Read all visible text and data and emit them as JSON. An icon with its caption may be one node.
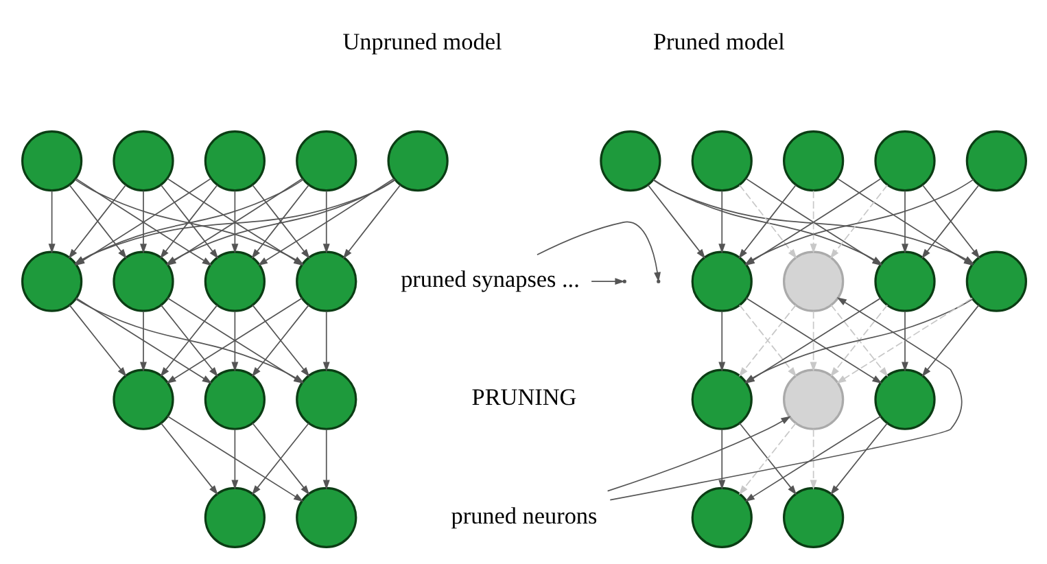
{
  "diagram": {
    "nodes": [
      {
        "text": [],
        "shape": "circle"
      },
      {
        "text": [],
        "shape": "circle"
      },
      {
        "text": [],
        "shape": "circle"
      },
      {
        "text": [],
        "shape": "circle"
      },
      {
        "text": [],
        "shape": "circle"
      },
      {
        "text": [],
        "shape": "circle"
      },
      {
        "text": [],
        "shape": "circle"
      },
      {
        "text": [],
        "shape": "circle"
      },
      {
        "text": [],
        "shape": "circle"
      },
      {
        "text": [],
        "shape": "circle"
      },
      {
        "text": [],
        "shape": "circle"
      },
      {
        "text": [],
        "shape": "circle"
      },
      {
        "text": [],
        "shape": "circle"
      },
      {
        "text": [],
        "shape": "circle"
      },
      {
        "text": [],
        "shape": "circle"
      },
      {
        "text": [],
        "shape": "circle"
      },
      {
        "text": [],
        "shape": "circle"
      },
      {
        "text": [],
        "shape": "circle"
      },
      {
        "text": [],
        "shape": "circle"
      },
      {
        "text": [],
        "shape": "circle"
      },
      {
        "text": [],
        "shape": "circle"
      },
      {
        "text": [],
        "shape": "circle"
      },
      {
        "text": [],
        "shape": "circle"
      },
      {
        "text": [],
        "shape": "circle"
      },
      {
        "text": [],
        "shape": "circle"
      },
      {
        "text": [],
        "shape": "circle"
      },
      {
        "text": [],
        "shape": "circle"
      },
      {
        "text": [],
        "shape": "circle"
      },
      {
        "text": [
          "pruned synapses ..."
        ]
      },
      {
        "text": [
          "pruned neurons"
        ]
      }
    ],
    "edges": [
      {
        "from": 0,
        "to": 5,
        "arrow": "to"
      },
      {
        "from": 0,
        "to": 6,
        "arrow": "to"
      },
      {
        "from": 0,
        "to": 7,
        "arrow": "to"
      },
      {
        "from": 0,
        "to": 8,
        "arrow": "to"
      },
      {
        "from": 1,
        "to": 5,
        "arrow": "to"
      },
      {
        "from": 1,
        "to": 6,
        "arrow": "to"
      },
      {
        "from": 1,
        "to": 7,
        "arrow": "to"
      },
      {
        "from": 1,
        "to": 8,
        "arrow": "to"
      },
      {
        "from": 2,
        "to": 5,
        "arrow": "to"
      },
      {
        "from": 2,
        "to": 6,
        "arrow": "to"
      },
      {
        "from": 2,
        "to": 7,
        "arrow": "to"
      },
      {
        "from": 2,
        "to": 8,
        "arrow": "to"
      },
      {
        "from": 3,
        "to": 5,
        "arrow": "to"
      },
      {
        "from": 3,
        "to": 6,
        "arrow": "to"
      },
      {
        "from": 3,
        "to": 7,
        "arrow": "to"
      },
      {
        "from": 3,
        "to": 8,
        "arrow": "to"
      },
      {
        "from": 4,
        "to": 5,
        "arrow": "to"
      },
      {
        "from": 4,
        "to": 6,
        "arrow": "to"
      },
      {
        "from": 4,
        "to": 7,
        "arrow": "to"
      },
      {
        "from": 4,
        "to": 8,
        "arrow": "to"
      },
      {
        "from": 5,
        "to": 9,
        "arrow": "to"
      },
      {
        "from": 5,
        "to": 10,
        "arrow": "to"
      },
      {
        "from": 5,
        "to": 11,
        "arrow": "to"
      },
      {
        "from": 6,
        "to": 9,
        "arrow": "to"
      },
      {
        "from": 6,
        "to": 10,
        "arrow": "to"
      },
      {
        "from": 6,
        "to": 11,
        "arrow": "to"
      },
      {
        "from": 7,
        "to": 9,
        "arrow": "to"
      },
      {
        "from": 7,
        "to": 10,
        "arrow": "to"
      },
      {
        "from": 7,
        "to": 11,
        "arrow": "to"
      },
      {
        "from": 8,
        "to": 9,
        "arrow": "to"
      },
      {
        "from": 8,
        "to": 10,
        "arrow": "to"
      },
      {
        "from": 8,
        "to": 11,
        "arrow": "to"
      },
      {
        "from": 9,
        "to": 12,
        "arrow": "to"
      },
      {
        "from": 9,
        "to": 13,
        "arrow": "to"
      },
      {
        "from": 10,
        "to": 12,
        "arrow": "to"
      },
      {
        "from": 10,
        "to": 13,
        "arrow": "to"
      },
      {
        "from": 11,
        "to": 12,
        "arrow": "to"
      },
      {
        "from": 11,
        "to": 13,
        "arrow": "to"
      },
      {
        "from": 14,
        "to": 19,
        "arrow": "to"
      },
      {
        "from": 14,
        "to": 21,
        "arrow": "to"
      },
      {
        "from": 14,
        "to": 22,
        "arrow": "to"
      },
      {
        "from": 15,
        "to": 19,
        "arrow": "to"
      },
      {
        "from": 15,
        "to": 21,
        "arrow": "to"
      },
      {
        "from": 16,
        "to": 19,
        "arrow": "to"
      },
      {
        "from": 16,
        "to": 22,
        "arrow": "to"
      },
      {
        "from": 17,
        "to": 19,
        "arrow": "to"
      },
      {
        "from": 17,
        "to": 21,
        "arrow": "to"
      },
      {
        "from": 17,
        "to": 22,
        "arrow": "to"
      },
      {
        "from": 18,
        "to": 19,
        "arrow": "to"
      },
      {
        "from": 18,
        "to": 21,
        "arrow": "to"
      },
      {
        "from": 15,
        "to": 20,
        "arrow": "to",
        "style": "dashed",
        "color": "#c8c8c8"
      },
      {
        "from": 16,
        "to": 20,
        "arrow": "to",
        "style": "dashed",
        "color": "#c8c8c8"
      },
      {
        "from": 17,
        "to": 20,
        "arrow": "to",
        "style": "dashed",
        "color": "#c8c8c8"
      },
      {
        "from": 19,
        "to": 23,
        "arrow": "to"
      },
      {
        "from": 19,
        "to": 25,
        "arrow": "to"
      },
      {
        "from": 21,
        "to": 23,
        "arrow": "to"
      },
      {
        "from": 21,
        "to": 25,
        "arrow": "to"
      },
      {
        "from": 22,
        "to": 23,
        "arrow": "to"
      },
      {
        "from": 22,
        "to": 25,
        "arrow": "to"
      },
      {
        "from": 20,
        "to": 23,
        "arrow": "to",
        "style": "dashed",
        "color": "#c8c8c8"
      },
      {
        "from": 20,
        "to": 24,
        "arrow": "to",
        "style": "dashed",
        "color": "#c8c8c8"
      },
      {
        "from": 20,
        "to": 25,
        "arrow": "to",
        "style": "dashed",
        "color": "#c8c8c8"
      },
      {
        "from": 19,
        "to": 24,
        "arrow": "to",
        "style": "dashed",
        "color": "#c8c8c8"
      },
      {
        "from": 21,
        "to": 24,
        "arrow": "to",
        "style": "dashed",
        "color": "#c8c8c8"
      },
      {
        "from": 22,
        "to": 24,
        "arrow": "to",
        "style": "dashed",
        "color": "#c8c8c8"
      },
      {
        "from": 23,
        "to": 26,
        "arrow": "to"
      },
      {
        "from": 23,
        "to": 27,
        "arrow": "to"
      },
      {
        "from": 25,
        "to": 26,
        "arrow": "to"
      },
      {
        "from": 25,
        "to": 27,
        "arrow": "to"
      },
      {
        "from": 24,
        "to": 26,
        "arrow": "to",
        "style": "dashed",
        "color": "#c8c8c8"
      },
      {
        "from": 24,
        "to": 27,
        "arrow": "to",
        "style": "dashed",
        "color": "#c8c8c8"
      },
      {
        "from": 28,
        "to": null,
        "arrow": "to"
      },
      {
        "from": 28,
        "to": null,
        "arrow": "to"
      },
      {
        "from": 29,
        "to": 20,
        "arrow": "to"
      },
      {
        "from": 29,
        "to": 24,
        "arrow": "to"
      }
    ],
    "labels": [
      "Unpruned model",
      "Pruned model",
      "PRUNING"
    ]
  }
}
